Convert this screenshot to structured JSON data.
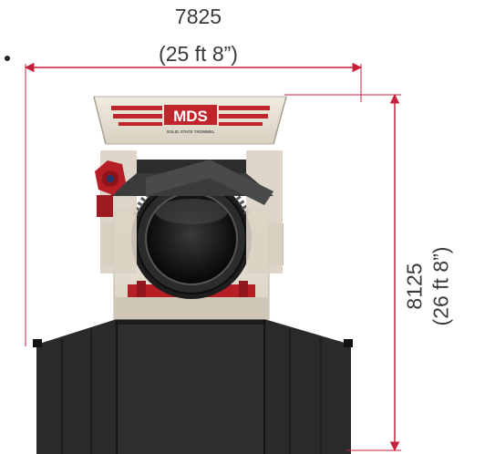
{
  "dimensions": {
    "width_mm": "7825",
    "width_ft": "(25 ft 8”)",
    "height_mm": "8125",
    "height_ft": "(26 ft 8”)"
  },
  "machine": {
    "logo_text": "MDS",
    "tagline": "SOLID STATE TROMMEL"
  },
  "colors": {
    "dimension_line": "#c5213a",
    "brand_red": "#c0252c",
    "cream": "#e6e0d2",
    "steel_dark": "#2b2b2b",
    "steel_mid": "#3a3a3a"
  }
}
